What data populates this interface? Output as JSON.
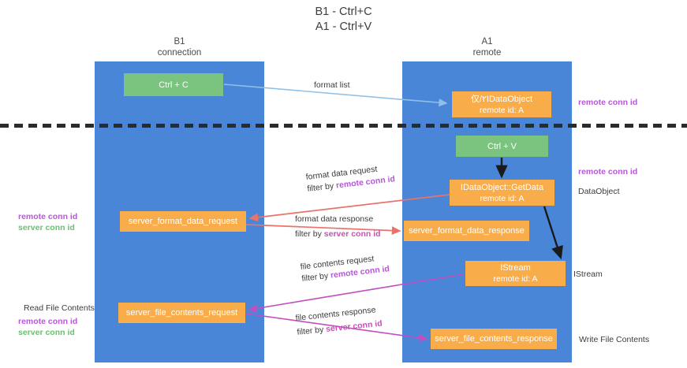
{
  "title": {
    "line1": "B1 - Ctrl+C",
    "line2": "A1 - Ctrl+V"
  },
  "columns": [
    {
      "name": "B1",
      "sub": "connection",
      "color": "#4a86d8"
    },
    {
      "name": "A1",
      "sub": "remote",
      "color": "#4a86d8"
    }
  ],
  "colors": {
    "lane": "#4a86d8",
    "green_box": "#7ac47f",
    "orange_box": "#f9ad4a",
    "remote_conn_id": "#b757d8",
    "server_conn_id_green": "#6bbf6f",
    "server_conn_id_magenta": "#c94fb8",
    "arrow_blue": "#8fc0e8",
    "arrow_red": "#e8736a",
    "arrow_magenta": "#c04fc0",
    "arrow_black": "#1a1a1a",
    "divider": "#2b2b2b"
  },
  "nodes": {
    "ctrl_c": {
      "line1": "Ctrl + C",
      "line2": "",
      "style": "green"
    },
    "idataobject": {
      "line1": "仅/۲IDataObject",
      "line2": "remote id: A",
      "style": "orange"
    },
    "ctrl_v": {
      "line1": "Ctrl + V",
      "line2": "",
      "style": "green"
    },
    "getdata": {
      "line1": "IDataObject::GetData",
      "line2": "remote id: A",
      "style": "orange"
    },
    "format_data_request": {
      "line1": "server_format_data_request",
      "line2": "",
      "style": "orange"
    },
    "format_data_response": {
      "line1": "server_format_data_response",
      "line2": "",
      "style": "orange"
    },
    "istream": {
      "line1": "IStream",
      "line2": "remote id: A",
      "style": "orange"
    },
    "file_contents_request": {
      "line1": "server_file_contents_request",
      "line2": "",
      "style": "orange"
    },
    "file_contents_response": {
      "line1": "server_file_contents_response",
      "line2": "",
      "style": "orange"
    }
  },
  "edge_labels": {
    "format_list": {
      "line1": "format list",
      "line2": "",
      "highlight2": ""
    },
    "format_data_request": {
      "line1": "format data request",
      "line2": "filter by ",
      "highlight2": "remote conn id",
      "highlight_kind": "remote"
    },
    "format_data_response": {
      "line1": "format data response",
      "line2": "filter by ",
      "highlight2": "server conn id",
      "highlight_kind": "server"
    },
    "file_contents_request": {
      "line1": "file contents request",
      "line2": "filter by ",
      "highlight2": "remote conn id",
      "highlight_kind": "remote"
    },
    "file_contents_response": {
      "line1": "file contents response",
      "line2": "filter by ",
      "highlight2": "server conn id",
      "highlight_kind": "server"
    }
  },
  "side_notes": {
    "right_1": {
      "text": "remote conn id",
      "kind": "remote"
    },
    "right_2": {
      "text": "remote conn id",
      "kind": "remote"
    },
    "right_3": {
      "text": "DataObject",
      "kind": "plain"
    },
    "right_4": {
      "text": "IStream",
      "kind": "plain"
    },
    "right_5": {
      "text": "Write File Contents",
      "kind": "plain"
    },
    "left_1_a": {
      "text": "remote conn id",
      "kind": "remote"
    },
    "left_1_b": {
      "text": "server conn id",
      "kind": "server"
    },
    "left_2": {
      "text": "Read File Contents",
      "kind": "plain"
    },
    "left_3_a": {
      "text": "remote conn id",
      "kind": "remote"
    },
    "left_3_b": {
      "text": "server conn id",
      "kind": "server"
    }
  }
}
